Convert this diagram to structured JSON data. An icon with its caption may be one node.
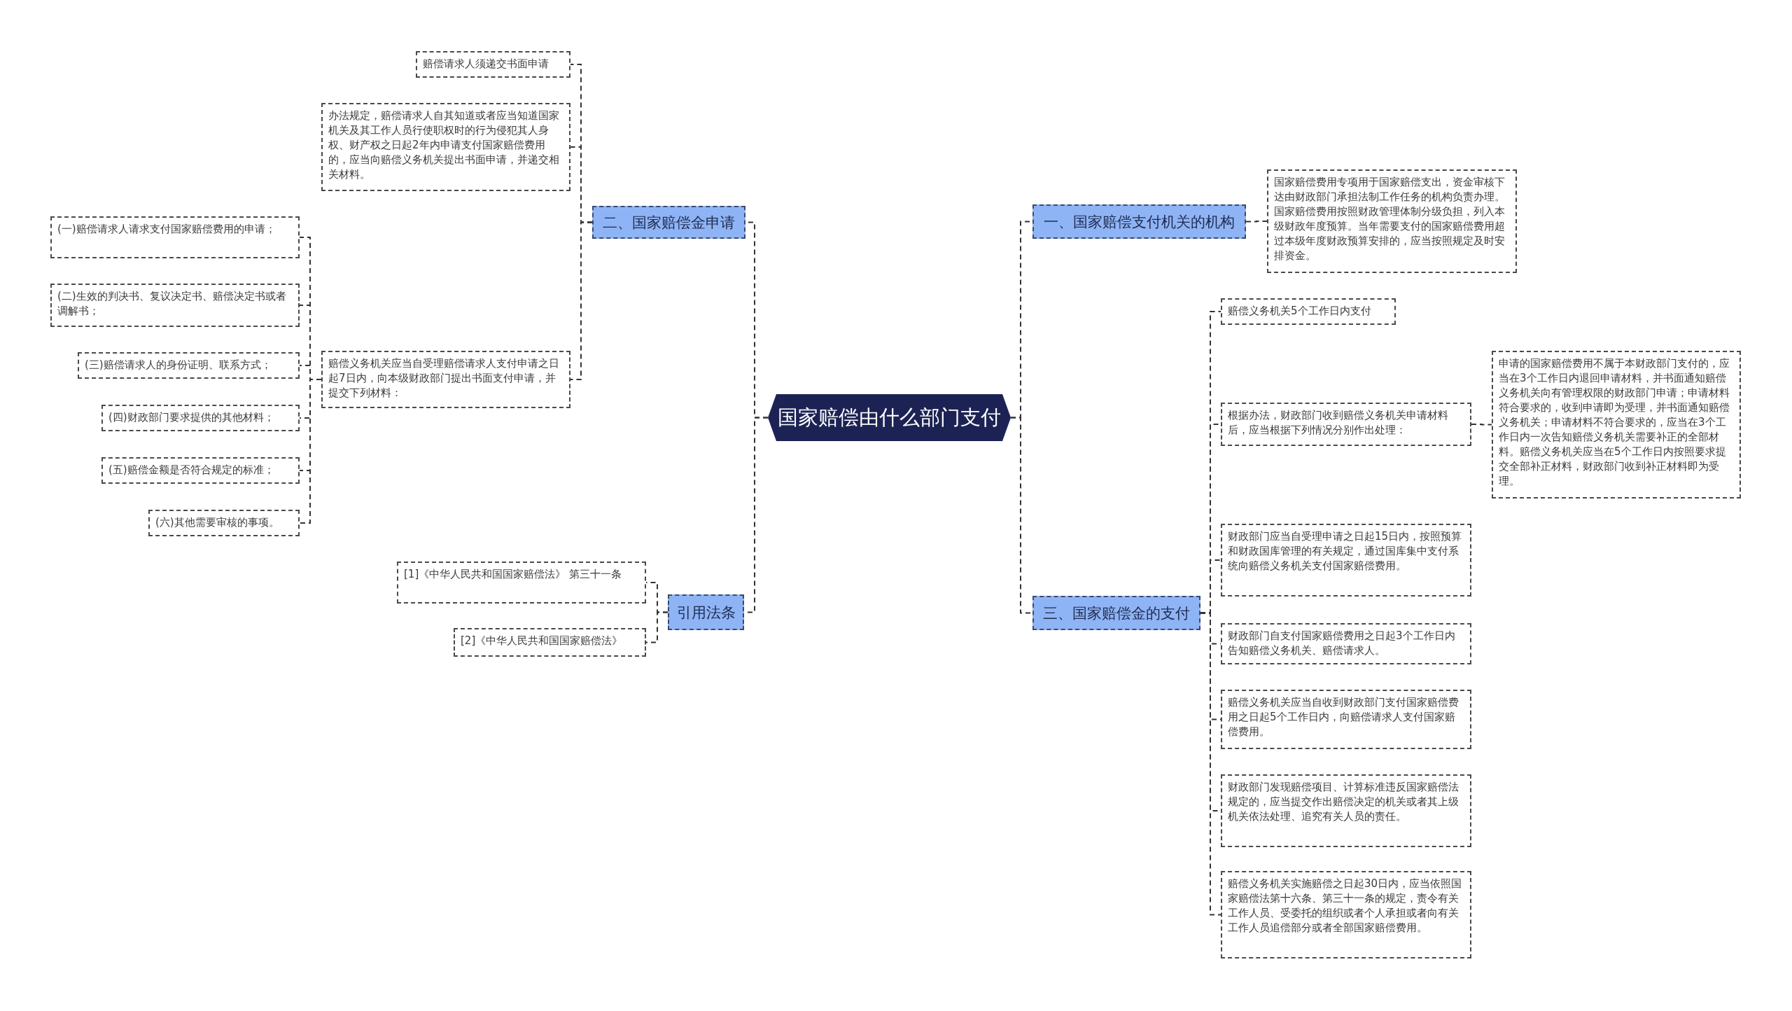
{
  "diagram": {
    "nodes": [
      {
        "text": [
          "国家赔偿由什么部门支付"
        ]
      },
      {
        "text": [
          "二、国家赔偿金申请"
        ]
      },
      {
        "text": [
          "赔偿请求人须递交书面申请"
        ]
      },
      {
        "text": [
          "办法规定，赔偿请求人自其知道或者应当知道国家机关及其工作人员行使职权时的行为侵犯其人身权、财产权之日起2年内申请支付国家赔偿费用的，应当向赔偿义务机关提出书面申请，并递交相关材料。"
        ]
      },
      {
        "text": [
          "赔偿义务机关应当自受理赔偿请求人支付申请之日起7日内，向本级财政部门提出书面支付申请，并提交下列材料："
        ]
      },
      {
        "text": [
          "(一)赔偿请求人请求支付国家赔偿费用的申请；"
        ]
      },
      {
        "text": [
          "(二)生效的判决书、复议决定书、赔偿决定书或者调解书；"
        ]
      },
      {
        "text": [
          "(三)赔偿请求人的身份证明、联系方式；"
        ]
      },
      {
        "text": [
          "(四)财政部门要求提供的其他材料；"
        ]
      },
      {
        "text": [
          "(五)赔偿金额是否符合规定的标准；"
        ]
      },
      {
        "text": [
          "(六)其他需要审核的事项。"
        ]
      },
      {
        "text": [
          "引用法条"
        ]
      },
      {
        "text": [
          "[1]《中华人民共和国国家赔偿法》 第三十一条"
        ]
      },
      {
        "text": [
          "[2]《中华人民共和国国家赔偿法》"
        ]
      },
      {
        "text": [
          "一、国家赔偿支付机关的机构"
        ]
      },
      {
        "text": [
          "国家赔偿费用专项用于国家赔偿支出，资金审核下达由财政部门承担法制工作任务的机构负责办理。国家赔偿费用按照财政管理体制分级负担，列入本级财政年度预算。当年需要支付的国家赔偿费用超过本级年度财政预算安排的，应当按照规定及时安排资金。"
        ]
      },
      {
        "text": [
          "三、国家赔偿金的支付"
        ]
      },
      {
        "text": [
          "赔偿义务机关5个工作日内支付"
        ]
      },
      {
        "text": [
          "根据办法，财政部门收到赔偿义务机关申请材料后，应当根据下列情况分别作出处理："
        ]
      },
      {
        "text": [
          "申请的国家赔偿费用不属于本财政部门支付的，应当在3个工作日内退回申请材料，并书面通知赔偿义务机关向有管理权限的财政部门申请；申请材料符合要求的，收到申请即为受理，并书面通知赔偿义务机关；申请材料不符合要求的，应当在3个工作日内一次告知赔偿义务机关需要补正的全部材料。赔偿义务机关应当在5个工作日内按照要求提交全部补正材料，财政部门收到补正材料即为受理。"
        ]
      },
      {
        "text": [
          "财政部门应当自受理申请之日起15日内，按照预算和财政国库管理的有关规定，通过国库集中支付系统向赔偿义务机关支付国家赔偿费用。"
        ]
      },
      {
        "text": [
          "财政部门自支付国家赔偿费用之日起3个工作日内告知赔偿义务机关、赔偿请求人。"
        ]
      },
      {
        "text": [
          "赔偿义务机关应当自收到财政部门支付国家赔偿费用之日起5个工作日内，向赔偿请求人支付国家赔偿费用。"
        ]
      },
      {
        "text": [
          "财政部门发现赔偿项目、计算标准违反国家赔偿法规定的，应当提交作出赔偿决定的机关或者其上级机关依法处理、追究有关人员的责任。"
        ]
      },
      {
        "text": [
          "赔偿义务机关实施赔偿之日起30日内，应当依照国家赔偿法第十六条、第三十一条的规定，责令有关工作人员、受委托的组织或者个人承担或者向有关工作人员追偿部分或者全部国家赔偿费用。"
        ]
      }
    ],
    "edges": [
      {
        "from": 0,
        "to": 1,
        "arrow": "none"
      },
      {
        "from": 1,
        "to": 2,
        "arrow": "none"
      },
      {
        "from": 1,
        "to": 3,
        "arrow": "none"
      },
      {
        "from": 1,
        "to": 4,
        "arrow": "none"
      },
      {
        "from": 4,
        "to": 5,
        "arrow": "none"
      },
      {
        "from": 4,
        "to": 6,
        "arrow": "none"
      },
      {
        "from": 4,
        "to": 7,
        "arrow": "none"
      },
      {
        "from": 4,
        "to": 8,
        "arrow": "none"
      },
      {
        "from": 4,
        "to": 9,
        "arrow": "none"
      },
      {
        "from": 4,
        "to": 10,
        "arrow": "none"
      },
      {
        "from": 0,
        "to": 11,
        "arrow": "none"
      },
      {
        "from": 11,
        "to": 12,
        "arrow": "none"
      },
      {
        "from": 11,
        "to": 13,
        "arrow": "none"
      },
      {
        "from": 0,
        "to": 14,
        "arrow": "none"
      },
      {
        "from": 14,
        "to": 15,
        "arrow": "none"
      },
      {
        "from": 0,
        "to": 16,
        "arrow": "none"
      },
      {
        "from": 16,
        "to": 17,
        "arrow": "none"
      },
      {
        "from": 16,
        "to": 18,
        "arrow": "none"
      },
      {
        "from": 18,
        "to": 19,
        "arrow": "none"
      },
      {
        "from": 16,
        "to": 20,
        "arrow": "none"
      },
      {
        "from": 16,
        "to": 21,
        "arrow": "none"
      },
      {
        "from": 16,
        "to": 22,
        "arrow": "none"
      },
      {
        "from": 16,
        "to": 23,
        "arrow": "none"
      },
      {
        "from": 16,
        "to": 24,
        "arrow": "none"
      }
    ]
  }
}
